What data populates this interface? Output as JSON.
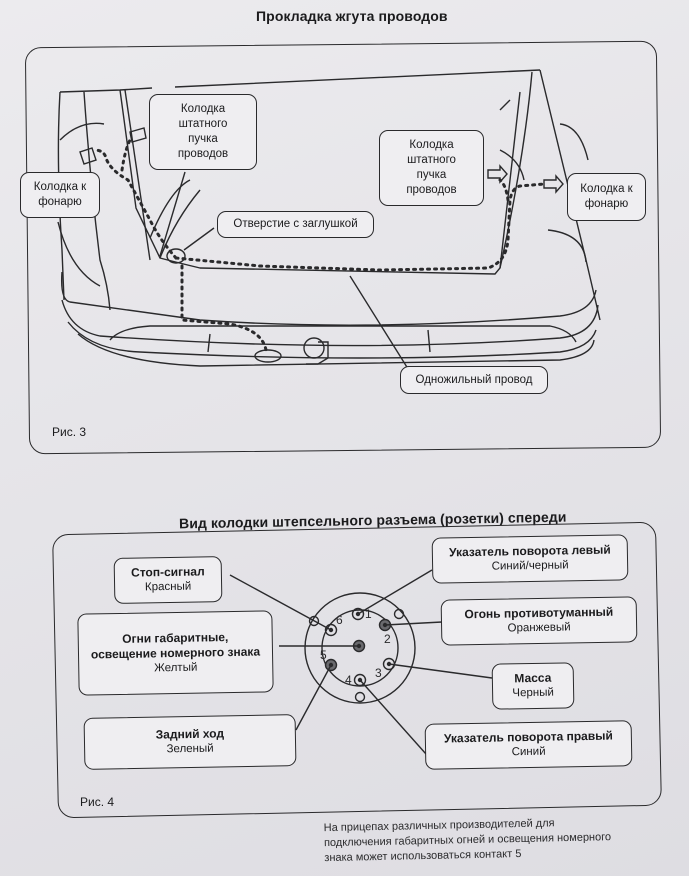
{
  "figure3": {
    "title": "Прокладка жгута проводов",
    "caption": "Рис. 3",
    "labels": {
      "lamp_left": "Колодка к фонарю",
      "lamp_right": "Колодка к фонарю",
      "harness_left": "Колодка штатного пучка проводов",
      "harness_right": "Колодка штатного пучка проводов",
      "plug_hole": "Отверстие с заглушкой",
      "single_wire": "Одножильный провод"
    }
  },
  "figure4": {
    "title": "Вид колодки штепсельного разъема (розетки) спереди",
    "caption": "Рис. 4",
    "pins": [
      {
        "num": "1",
        "function": "Указатель поворота левый",
        "wire_color": "Синий/черный"
      },
      {
        "num": "2",
        "function": "Огонь противотуманный",
        "wire_color": "Оранжевый"
      },
      {
        "num": "3",
        "function": "Масса",
        "wire_color": "Черный"
      },
      {
        "num": "4",
        "function": "Указатель поворота правый",
        "wire_color": "Синий"
      },
      {
        "num": "5",
        "function": "Задний ход",
        "wire_color": "Зеленый"
      },
      {
        "num": "6",
        "function": "Стоп-сигнал",
        "wire_color": "Красный"
      },
      {
        "num": "",
        "function": "Огни габаритные, освещение номерного знака",
        "wire_color": "Желтый"
      }
    ]
  },
  "footnote": "На прицепах различных производителей для подключения габаритных огней и освещения номерного знака может использоваться контакт 5",
  "colors": {
    "ink": "#1b1b1d",
    "paper": "#e8e7ea",
    "filled_pin": "#6a6a6e"
  }
}
